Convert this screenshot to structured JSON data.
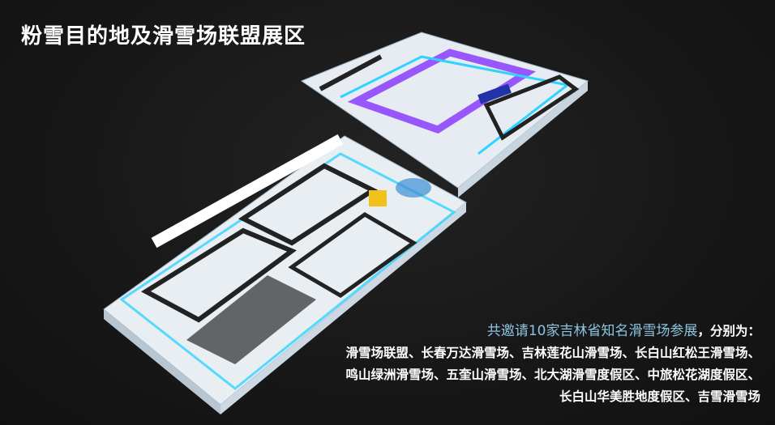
{
  "title": "粉雪目的地及滑雪场联盟展区",
  "intro": {
    "highlight": "共邀请10家吉林省知名滑雪场参展",
    "suffix": "，分别为："
  },
  "resorts_lines": [
    "滑雪场联盟、长春万达滑雪场、吉林莲花山滑雪场、长白山红松王滑雪场、",
    "鸣山绿洲滑雪场、五奎山滑雪场、北大湖滑雪度假区、中旅松花湖度假区、",
    "长白山华美胜地度假区、吉雪滑雪场"
  ],
  "colors": {
    "accent": "#8cc4e2",
    "cyan": "#2fd3ff",
    "purple": "#8a3cff"
  }
}
